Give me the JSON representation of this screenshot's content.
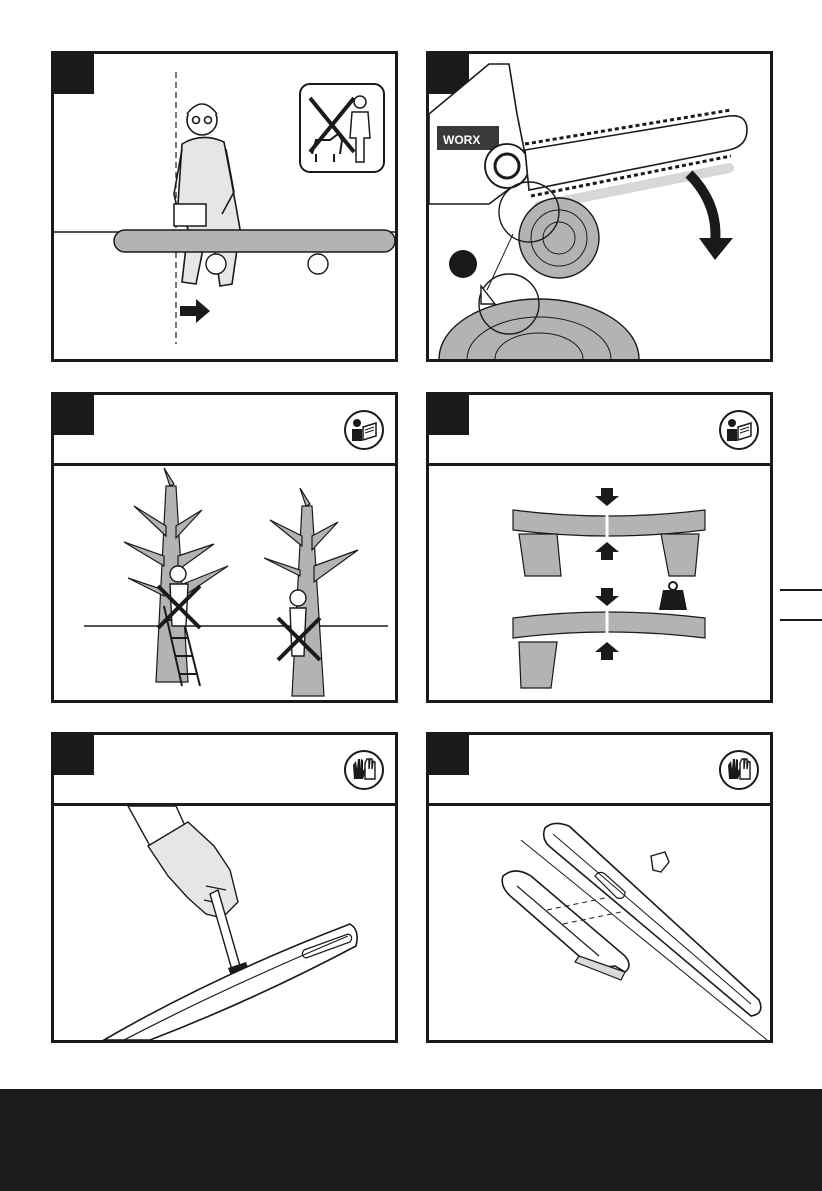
{
  "figures": [
    {
      "id": "fig-a",
      "description_icon": "no-bystanders-icon"
    },
    {
      "id": "fig-b",
      "description_icon": "kickback-zone-icon"
    },
    {
      "id": "fig-c",
      "description_icon": "read-manual-icon"
    },
    {
      "id": "fig-d",
      "description_icon": "read-manual-icon"
    },
    {
      "id": "fig-e",
      "description_icon": "wear-gloves-icon"
    },
    {
      "id": "fig-f",
      "description_icon": "wear-gloves-icon"
    }
  ],
  "chainsaw_brand": "WORX",
  "colors": {
    "ink": "#1a1a1a",
    "fill_gray": "#b3b3b3",
    "light_gray": "#d9d9d9",
    "footer": "#1c1c1c"
  }
}
